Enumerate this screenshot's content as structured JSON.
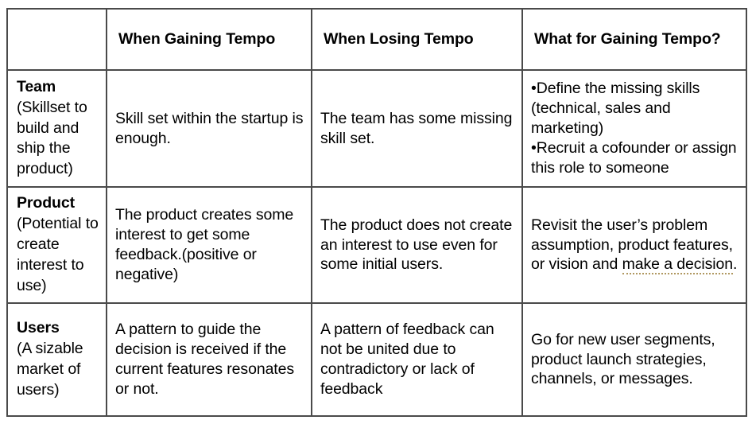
{
  "table": {
    "headers": {
      "corner": "",
      "gaining": "When Gaining Tempo",
      "losing": "When Losing Tempo",
      "what": "What for Gaining Tempo?"
    },
    "colors": {
      "gaining_bg": "#c9edc9",
      "losing_bg": "#fa9a9a",
      "what_bg": "#ffffff",
      "border": "#4a4a4a",
      "grammar_underline": "#b09860"
    },
    "rows": [
      {
        "label_title": "Team",
        "label_sub": "(Skillset to build and ship the product)",
        "gaining": "Skill set within the startup is enough.",
        "losing": "The team has some missing skill set.",
        "what_bullets": [
          "Define the missing skills (technical, sales and marketing)",
          "Recruit a cofounder or assign this role to someone"
        ],
        "what_text": ""
      },
      {
        "label_title": "Product",
        "label_sub": "(Potential to create interest to use)",
        "gaining": "The product creates some interest to get some feedback.(positive or negative)",
        "losing": "The product does not create an interest to use even for some initial users.",
        "what_bullets": [],
        "what_text_prefix": "Revisit the user’s problem assumption, product features, or vision and ",
        "what_text_marked": "make a decision",
        "what_text_suffix": ".",
        "what_text": ""
      },
      {
        "label_title": "Users",
        "label_sub": "(A sizable market of users)",
        "gaining": "A pattern to guide the decision is received if the current features resonates or not.",
        "losing": "A pattern of feedback can not be united due to contradictory or lack of feedback",
        "what_bullets": [],
        "what_text": "Go for new user segments, product launch strategies, channels, or messages."
      }
    ]
  }
}
